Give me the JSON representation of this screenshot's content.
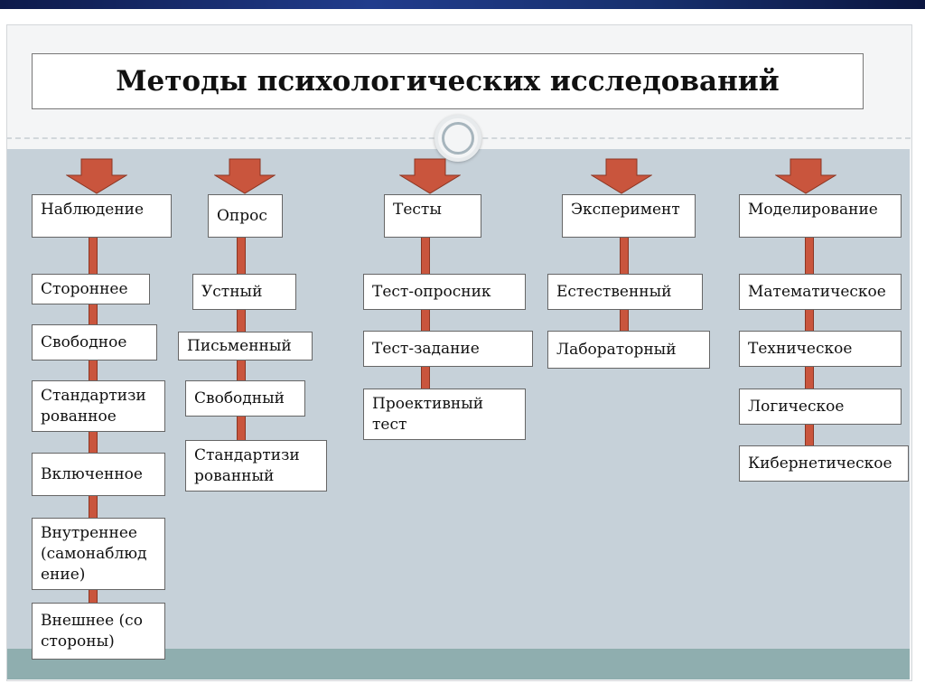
{
  "title": "Методы психологических исследований",
  "colors": {
    "arrow": "#c9553d",
    "panel": "#c6d1d9",
    "footer": "#8faeaf"
  },
  "columns": [
    {
      "id": "observation",
      "header": "Наблюдение",
      "items": [
        "Стороннее",
        "Свободное",
        "Стандартизи\nрованное",
        "Включенное",
        "Внутреннее\n(самонаблюд\nение)",
        "Внешнее (со\nстороны)"
      ]
    },
    {
      "id": "survey",
      "header": "Опрос",
      "items": [
        "Устный",
        "Письменный",
        "Свободный",
        "Стандартизи\nрованный"
      ]
    },
    {
      "id": "tests",
      "header": "Тесты",
      "items": [
        "Тест-опросник",
        "Тест-задание",
        "Проективный\nтест"
      ]
    },
    {
      "id": "experiment",
      "header": "Эксперимент",
      "items": [
        "Естественный",
        "Лабораторный"
      ]
    },
    {
      "id": "modeling",
      "header": "Моделирование",
      "items": [
        "Математическое",
        "Техническое",
        "Логическое",
        "Кибернетическое"
      ]
    }
  ]
}
